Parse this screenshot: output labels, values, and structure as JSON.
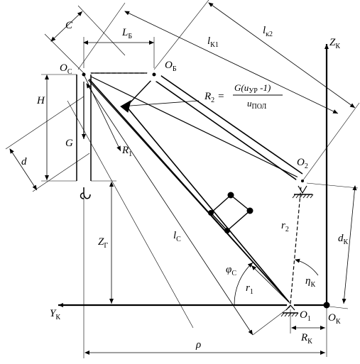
{
  "labels": {
    "c": "C",
    "lb": "L",
    "lb_sub": "Б",
    "lk1": "l",
    "lk1_sub": "К1",
    "lk2": "l",
    "lk2_sub": "к2",
    "zk": "Z",
    "zk_sub": "К",
    "oc": "O",
    "oc_sub": "C",
    "ob": "O",
    "ob_sub": "Б",
    "h": "H",
    "g": "G",
    "r1": "R",
    "r1_sub": "1",
    "r2": "R",
    "r2_sub": "2",
    "r2_eq": "=",
    "formula_num": "G(u",
    "formula_num_sub": "УР",
    "formula_num_tail": " -1)",
    "formula_den": "u",
    "formula_den_sub": "ПОЛ",
    "d": "d",
    "o2": "O",
    "o2_sub": "2",
    "zg": "Z",
    "zg_sub": "Г",
    "lc": "l",
    "lc_sub": "С",
    "r2small": "r",
    "r2small_sub": "2",
    "dk": "d",
    "dk_sub": "К",
    "phic": "φ",
    "phic_sub": "С",
    "etak": "η",
    "etak_sub": "К",
    "r1small": "r",
    "r1small_sub": "1",
    "yk": "Y",
    "yk_sub": "К",
    "o1": "O",
    "o1_sub": "1",
    "ok": "O",
    "ok_sub": "К",
    "rk": "R",
    "rk_sub": "К",
    "rho": "ρ"
  }
}
